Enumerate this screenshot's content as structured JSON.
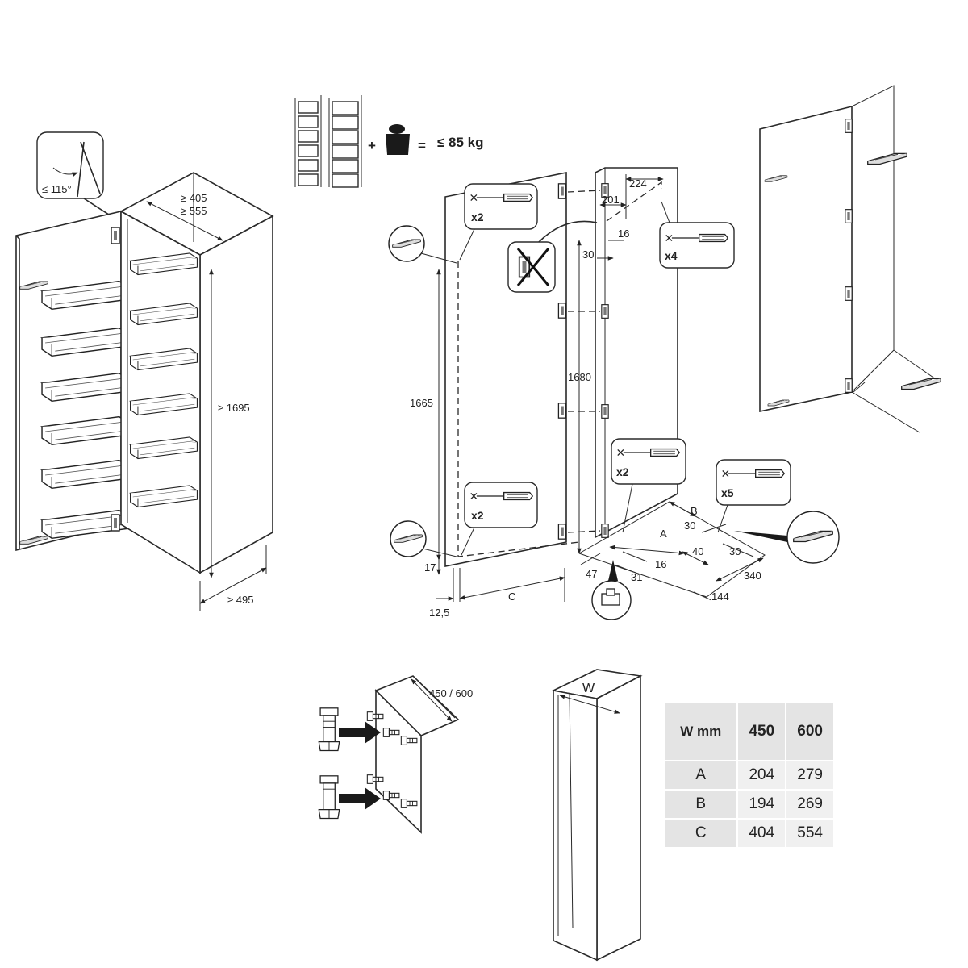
{
  "weight": {
    "plus": "+",
    "equals": "=",
    "limit": "≤ 85 kg"
  },
  "left_view": {
    "angle": "≤ 115°",
    "depth": "≥ 405",
    "depth2": "≥ 555",
    "height": "≥ 1695",
    "width": "≥ 495"
  },
  "middle_view": {
    "h_left": "1665",
    "h_right": "1680",
    "d17": "17",
    "d12_5": "12,5",
    "dC": "C",
    "d224": "224",
    "d201": "201",
    "d16_top": "16",
    "d30_top": "30",
    "d47": "47",
    "dA": "A",
    "d16_bot": "16",
    "d31": "31",
    "dB": "B",
    "d30_a": "30",
    "d40": "40",
    "d30_b": "30",
    "d340": "340",
    "d144": "144",
    "cnt_x2_a": "x2",
    "cnt_x2_b": "x2",
    "cnt_x4": "x4",
    "cnt_x2_c": "x2",
    "cnt_x5": "x5"
  },
  "leg_view": {
    "width": "450 / 600"
  },
  "cabinet_view": {
    "width_label": "W"
  },
  "table": {
    "headers": [
      "W mm",
      "450",
      "600"
    ],
    "rows": [
      {
        "label": "A",
        "v450": "204",
        "v600": "279"
      },
      {
        "label": "B",
        "v450": "194",
        "v600": "269"
      },
      {
        "label": "C",
        "v450": "404",
        "v600": "554"
      }
    ]
  }
}
